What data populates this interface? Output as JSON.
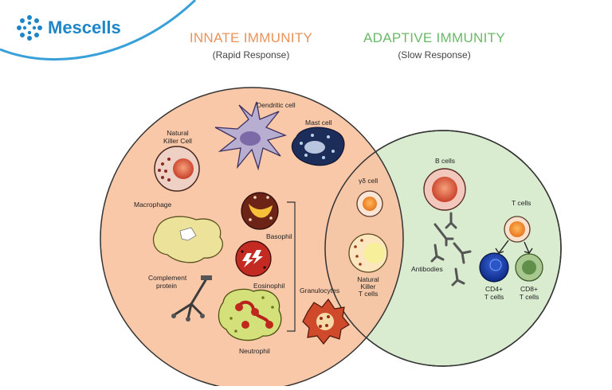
{
  "brand": {
    "name": "Mescells",
    "color": "#1e86c6"
  },
  "innate": {
    "title": "INNATE IMMUNITY",
    "subtitle": "(Rapid Response)",
    "color": "#e9935a"
  },
  "adaptive": {
    "title": "ADAPTIVE IMMUNITY",
    "subtitle": "(Slow Response)",
    "color": "#6cb86a"
  },
  "labels": {
    "dendritic": "Dendritic cell",
    "mast": "Mast cell",
    "nk_line1": "Natural",
    "nk_line2": "Killer Cell",
    "macrophage": "Macrophage",
    "basophil": "Basophil",
    "eosinophil": "Eosinophil",
    "granulocytes": "Granulocytes",
    "complement_line1": "Complement",
    "complement_line2": "protein",
    "neutrophil": "Neutrophil",
    "gd": "γδ cell",
    "nkt_line1": "Natural",
    "nkt_line2": "Killer",
    "nkt_line3": "T cells",
    "bcells": "B cells",
    "antibodies": "Antibodies",
    "tcells": "T cells",
    "cd4_line1": "CD4+",
    "cd4_line2": "T cells",
    "cd8_line1": "CD8+",
    "cd8_line2": "T cells"
  }
}
